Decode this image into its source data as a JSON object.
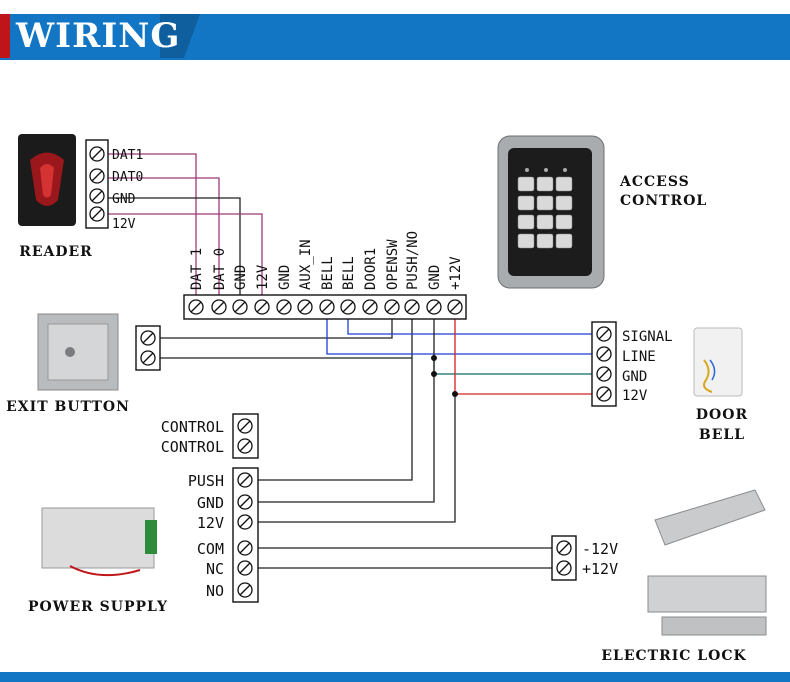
{
  "header": {
    "title": "WIRING"
  },
  "devices": {
    "reader": "READER",
    "access_control": [
      "ACCESS",
      "CONTROL"
    ],
    "exit_button": "EXIT BUTTON",
    "door_bell": [
      "DOOR",
      "BELL"
    ],
    "power_supply": "POWER SUPPLY",
    "electric_lock": "ELECTRIC LOCK"
  },
  "reader_terminals": [
    "DAT1",
    "DAT0",
    "GND",
    "12V"
  ],
  "controller_terminals": [
    "DAT 1",
    "DAT 0",
    "GND",
    "12V",
    "GND",
    "AUX_IN",
    "BELL",
    "BELL",
    "DOOR1",
    "OPENSW",
    "PUSH/NO",
    "GND",
    "+12V"
  ],
  "doorbell_terminals": [
    "SIGNAL",
    "LINE",
    "GND",
    "12V"
  ],
  "control_terminals": [
    "CONTROL",
    "CONTROL"
  ],
  "power_terminals": [
    "PUSH",
    "GND",
    "12V",
    "COM",
    "NC",
    "NO"
  ],
  "lock_terminals": [
    "-12V",
    "+12V"
  ],
  "colors": {
    "header_blue": "#1276c4",
    "header_red": "#c0141b",
    "wire_purple": "#9b3b7a",
    "wire_blue": "#1f3fd6",
    "wire_red": "#d62020",
    "wire_teal": "#0a6b6b",
    "wire_black": "#222222"
  }
}
